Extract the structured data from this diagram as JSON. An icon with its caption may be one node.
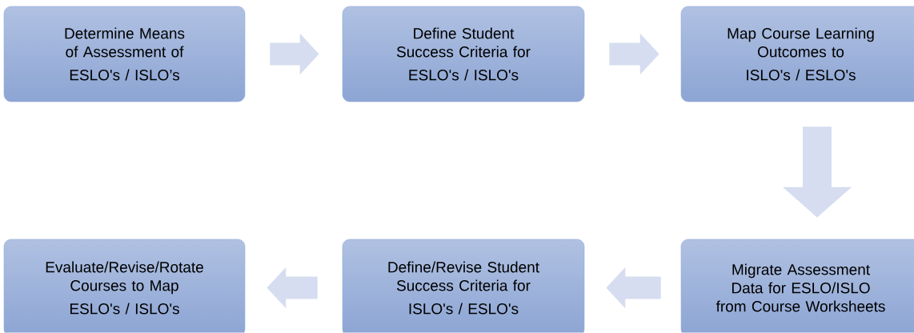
{
  "diagram": {
    "nodes": [
      {
        "text": [
          "Determine Means of Assessment of",
          "ESLO's / ISLO’s"
        ]
      },
      {
        "text": [
          "Define Student Success Criteria for",
          "ESLO's / ISLO's"
        ]
      },
      {
        "text": [
          "Map Course Learning Outcomes to",
          "ISLO's / ESLO's"
        ]
      },
      {
        "text": [
          "Migrate Assessment Data for ESLO/ISLO from Course Worksheets"
        ]
      },
      {
        "text": [
          "Define/Revise Student Success Criteria for",
          "ISLO's / ESLO's"
        ]
      },
      {
        "text": [
          "Evaluate/Revise/Rotate Courses to Map",
          "ESLO's / ISLO's"
        ]
      }
    ],
    "edges": [
      {
        "from": 0,
        "to": 1,
        "arrow": "to"
      },
      {
        "from": 1,
        "to": 2,
        "arrow": "to"
      },
      {
        "from": 2,
        "to": 3,
        "arrow": "to"
      },
      {
        "from": 3,
        "to": 4,
        "arrow": "to"
      },
      {
        "from": 4,
        "to": 5,
        "arrow": "to"
      }
    ]
  }
}
